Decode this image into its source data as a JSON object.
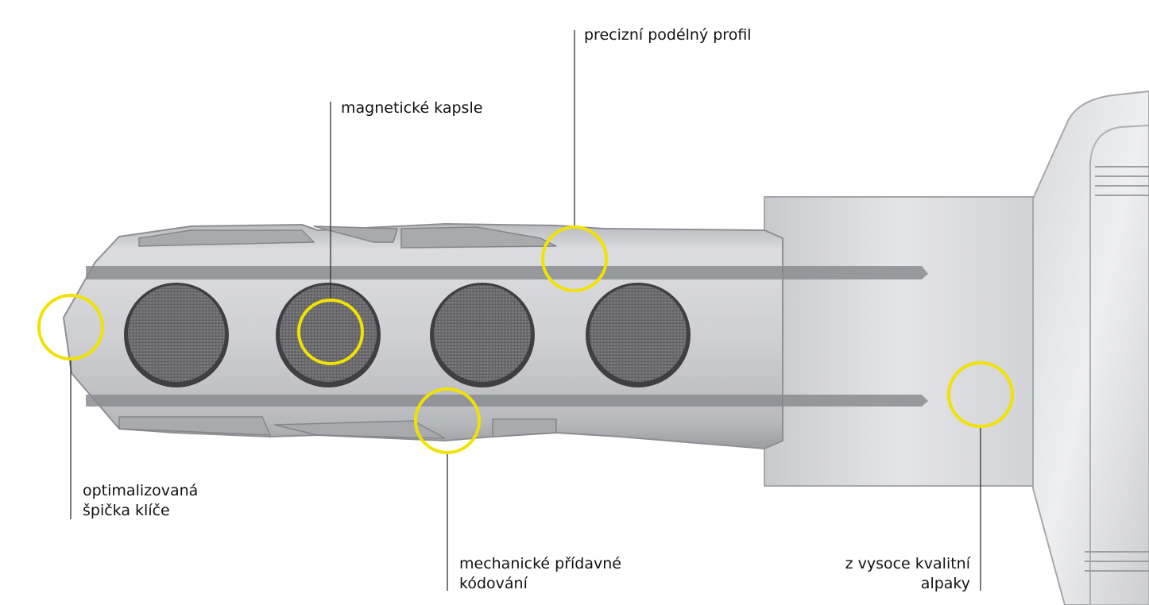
{
  "colors": {
    "highlight": "#f2e200",
    "leader": "#333333",
    "metal_light": "#e2e2e4",
    "metal_mid": "#c4c5c8",
    "metal_dark": "#8d8f93",
    "magnet": "#6e6e70"
  },
  "annotations": {
    "profile": {
      "line1": "precizní podélný profil"
    },
    "capsules": {
      "line1": "magnetické kapsle"
    },
    "tip": {
      "line1": "optimalizovaná",
      "line2": "špička klíče"
    },
    "coding": {
      "line1": "mechanické přídavné",
      "line2": "kódování"
    },
    "alloy": {
      "line1": "z vysoce kvalitní",
      "line2": "alpaky"
    }
  }
}
